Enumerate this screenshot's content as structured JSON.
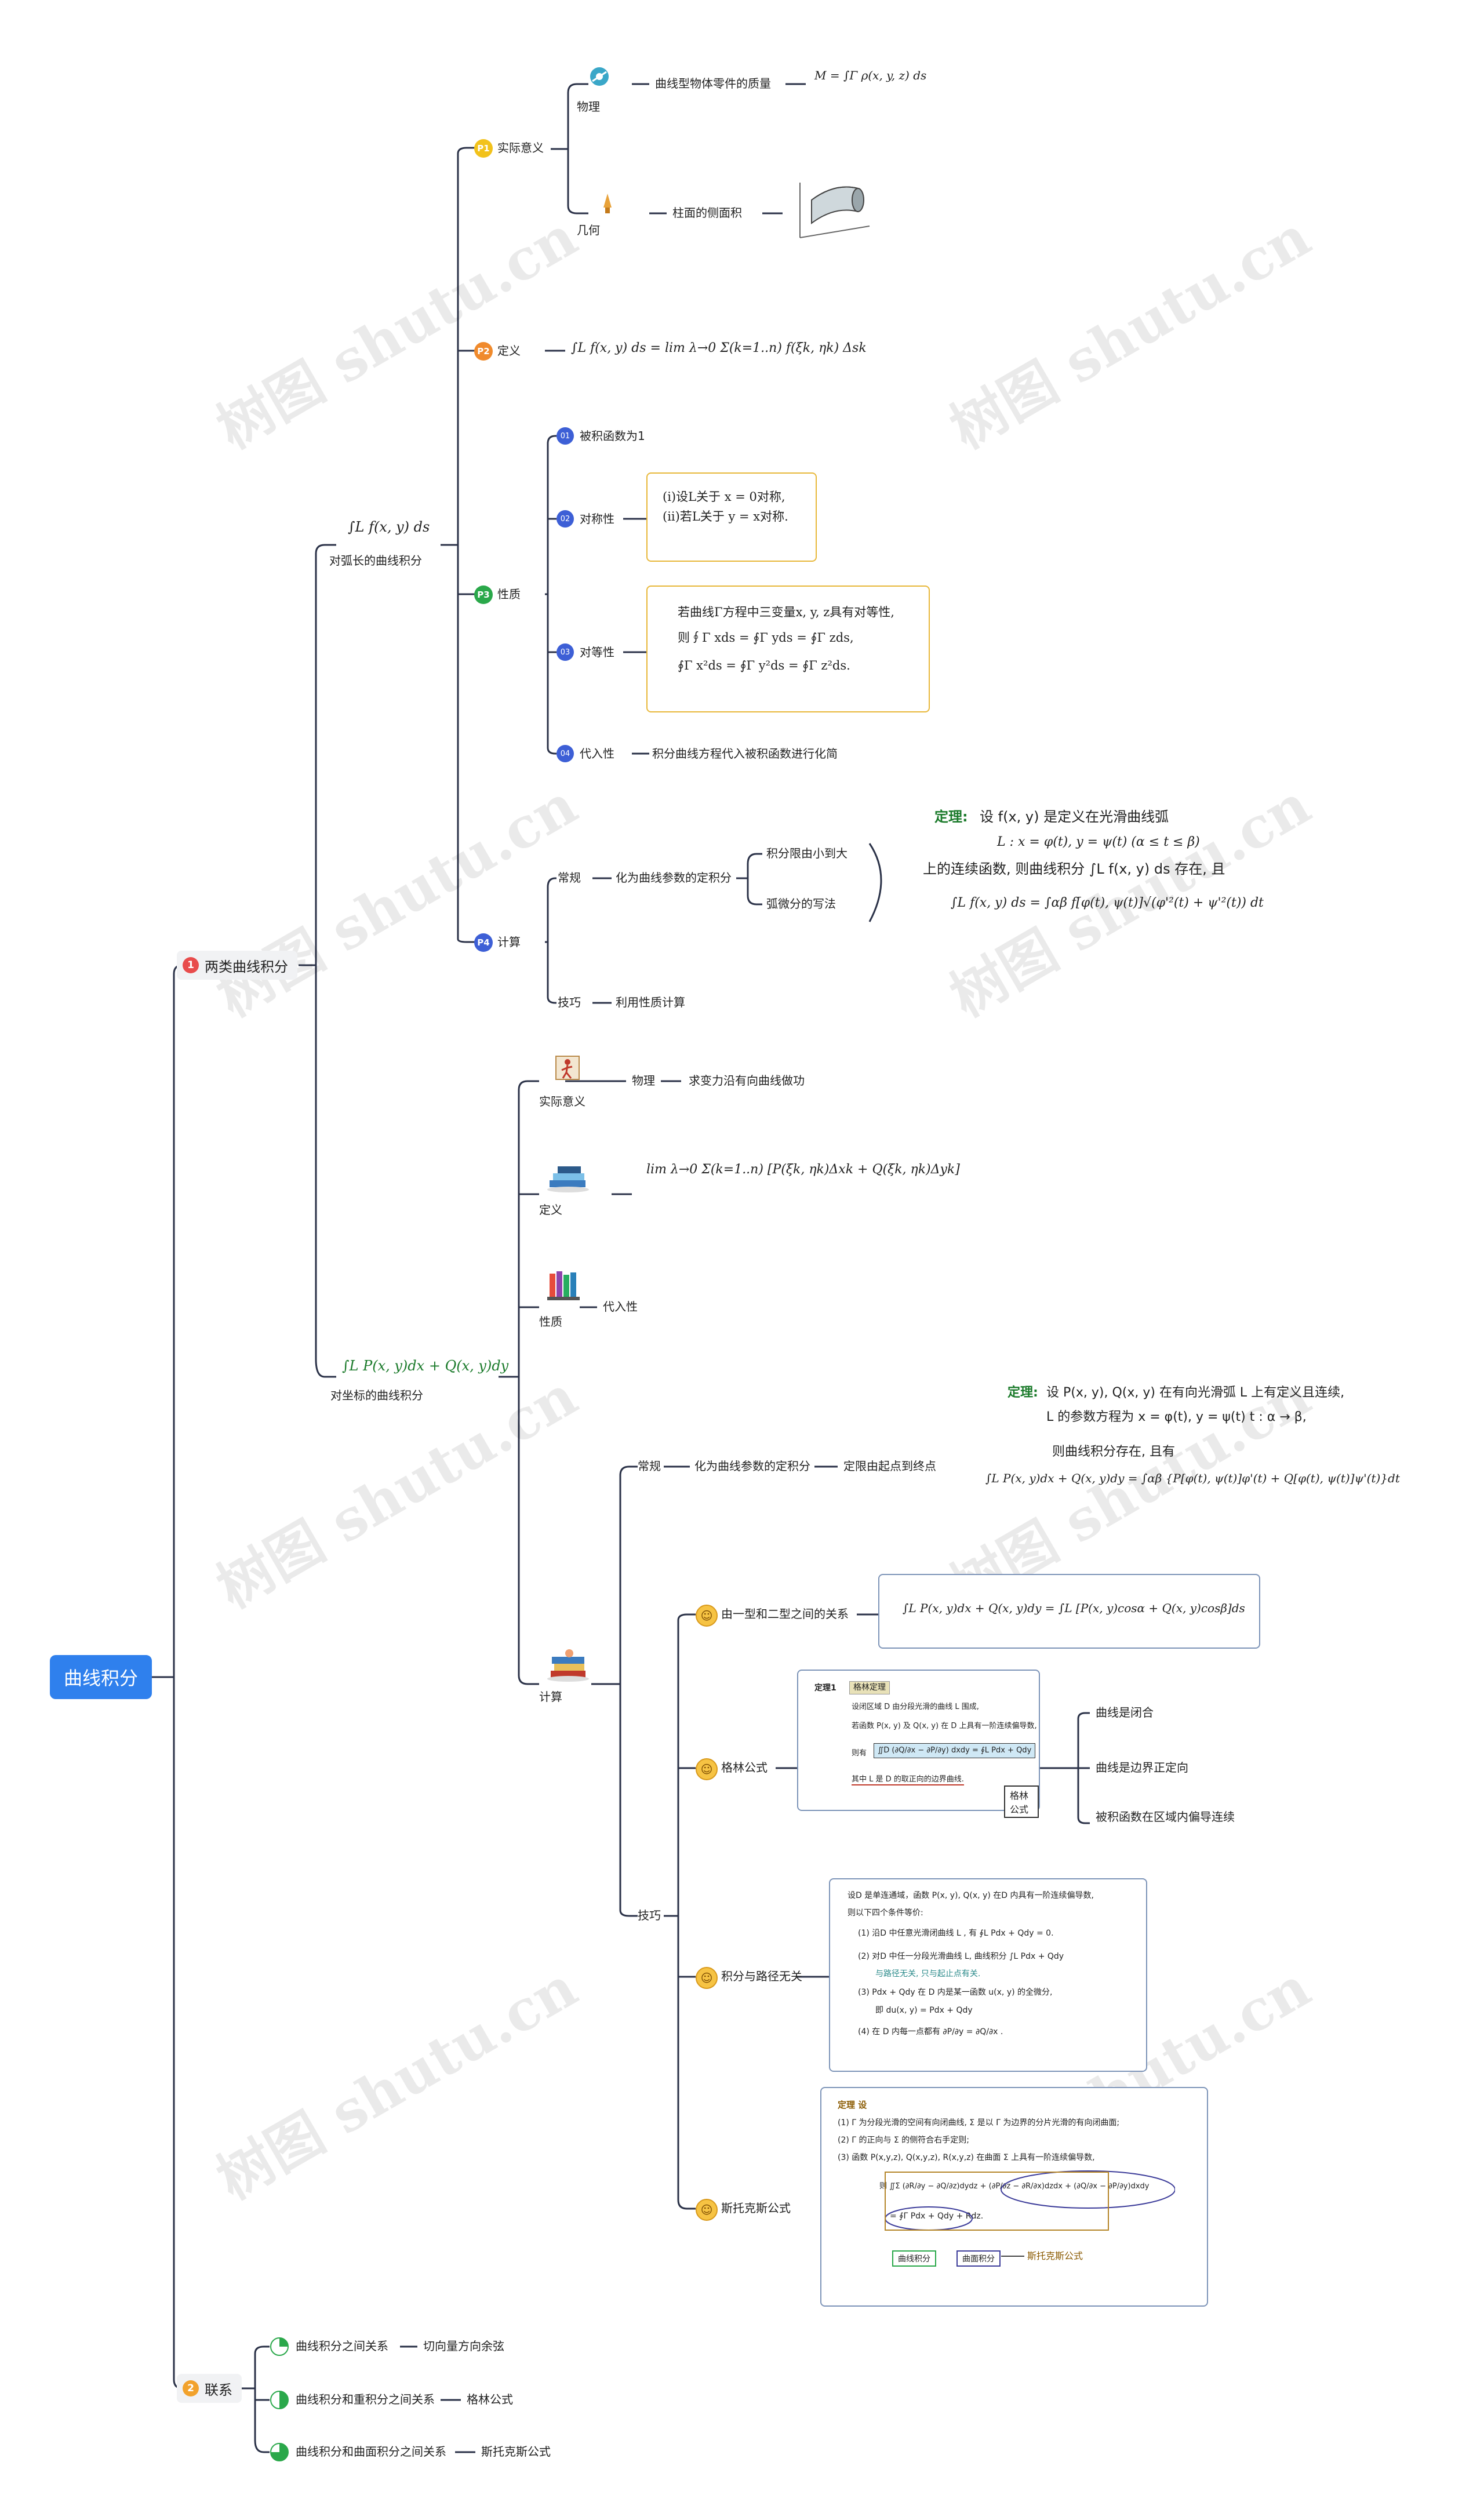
{
  "watermark": "树图 shutu.cn",
  "root": "曲线积分",
  "b1": {
    "num": "1",
    "label": "两类曲线积分",
    "arc": {
      "formula": "∫L f(x, y) ds",
      "label": "对弧长的曲线积分",
      "p1": {
        "badge": "P1",
        "label": "实际意义",
        "physics": {
          "label": "物理",
          "text": "曲线型物体零件的质量",
          "formula": "M = ∫Γ ρ(x, y, z) ds"
        },
        "geometry": {
          "label": "几何",
          "text": "柱面的侧面积"
        }
      },
      "p2": {
        "badge": "P2",
        "label": "定义",
        "formula": "∫L f(x, y) ds = lim λ→0 Σ(k=1..n) f(ξk, ηk) Δsk"
      },
      "p3": {
        "badge": "P3",
        "label": "性质",
        "items": [
          {
            "icon": "01",
            "label": "被积函数为1"
          },
          {
            "icon": "02",
            "label": "对称性",
            "box": [
              "(i)设L关于 x = 0对称,",
              "(ii)若L关于 y = x对称."
            ]
          },
          {
            "icon": "03",
            "label": "对等性",
            "box": [
              "若曲线Γ方程中三变量x, y, z具有对等性,",
              "则∮Γ xds = ∮Γ yds = ∮Γ zds,",
              "∮Γ x²ds = ∮Γ y²ds = ∮Γ z²ds."
            ]
          },
          {
            "icon": "04",
            "label": "代入性",
            "text": "积分曲线方程代入被积函数进行化简"
          }
        ]
      },
      "p4": {
        "badge": "P4",
        "label": "计算",
        "regular": {
          "label": "常规",
          "text": "化为曲线参数的定积分",
          "subs": [
            "积分限由小到大",
            "弧微分的写法"
          ]
        },
        "trick": {
          "label": "技巧",
          "text": "利用性质计算"
        },
        "theorem": {
          "title": "定理:",
          "lines": [
            "设 f(x, y) 是定义在光滑曲线弧",
            "L : x = φ(t), y = ψ(t)  (α ≤ t ≤ β)",
            "上的连续函数, 则曲线积分 ∫L f(x, y) ds 存在, 且",
            "∫L f(x, y) ds = ∫αβ f[φ(t), ψ(t)]√(φ'²(t) + ψ'²(t)) dt"
          ]
        }
      }
    },
    "coord": {
      "formula": "∫L P(x, y)dx + Q(x, y)dy",
      "label": "对坐标的曲线积分",
      "meaning": {
        "label": "实际意义",
        "sub": "物理",
        "text": "求变力沿有向曲线做功"
      },
      "definition": {
        "label": "定义",
        "formula": "lim λ→0 Σ(k=1..n) [P(ξk, ηk)Δxk + Q(ξk, ηk)Δyk]"
      },
      "property": {
        "label": "性质",
        "text": "代入性"
      },
      "calc": {
        "label": "计算",
        "regular": {
          "label": "常规",
          "text": "化为曲线参数的定积分",
          "sub": "定限由起点到终点",
          "theorem": {
            "title": "定理:",
            "lines": [
              "设 P(x, y), Q(x, y) 在有向光滑弧 L 上有定义且连续,",
              "L 的参数方程为  x = φ(t), y = ψ(t)   t : α → β,",
              "则曲线积分存在, 且有",
              "∫L P(x, y)dx + Q(x, y)dy = ∫αβ {P[φ(t), ψ(t)]φ'(t) + Q[φ(t), ψ(t)]ψ'(t)}dt"
            ]
          }
        },
        "trick": {
          "label": "技巧",
          "items": [
            {
              "label": "由一型和二型之间的关系",
              "formula": "∫L P(x, y)dx + Q(x, y)dy = ∫L [P(x, y)cosα + Q(x, y)cosβ]ds"
            },
            {
              "label": "格林公式",
              "box": {
                "title": "定理1",
                "tag": "格林定理",
                "lines": [
                  "设闭区域 D 由分段光滑的曲线 L 围成,",
                  "若函数 P(x, y) 及 Q(x, y) 在 D 上具有一阶连续偏导数,",
                  "则有",
                  "∬D (∂Q/∂x − ∂P/∂y) dxdy = ∮L Pdx + Qdy",
                  "其中 L 是 D 的取正向的边界曲线."
                ],
                "caption": "格林公式"
              },
              "conditions": [
                "曲线是闭合",
                "曲线是边界正定向",
                "被积函数在区域内偏导连续"
              ]
            },
            {
              "label": "积分与路径无关",
              "lines": [
                "设D 是单连通域，函数 P(x, y), Q(x, y) 在D 内具有一阶连续偏导数,",
                "则以下四个条件等价:",
                "(1) 沿D 中任意光滑闭曲线 L , 有 ∮L Pdx + Qdy = 0.",
                "(2) 对D 中任一分段光滑曲线 L, 曲线积分 ∫L Pdx + Qdy",
                "与路径无关, 只与起止点有关.",
                "(3) Pdx + Qdy 在 D 内是某一函数 u(x, y) 的全微分,",
                "即     du(x, y) = Pdx + Qdy",
                "(4) 在 D 内每一点都有 ∂P/∂y = ∂Q/∂x ."
              ]
            },
            {
              "label": "斯托克斯公式",
              "title": "定理 设",
              "lines": [
                "(1) Γ 为分段光滑的空间有向闭曲线, Σ 是以 Γ 为边界的分片光滑的有向闭曲面;",
                "(2) Γ 的正向与 Σ 的侧符合右手定则;",
                "(3) 函数 P(x,y,z), Q(x,y,z), R(x,y,z) 在曲面 Σ 上具有一阶连续偏导数,",
                "则 ∬Σ (∂R/∂y − ∂Q/∂z)dydz + (∂P/∂z − ∂R/∂x)dzdx + (∂Q/∂x − ∂P/∂y)dxdy",
                "= ∮Γ Pdx + Qdy + Rdz."
              ],
              "tags": [
                "曲线积分",
                "曲面积分"
              ],
              "caption": "斯托克斯公式"
            }
          ]
        }
      }
    }
  },
  "b2": {
    "num": "2",
    "label": "联系",
    "items": [
      {
        "label": "曲线积分之间关系",
        "text": "切向量方向余弦"
      },
      {
        "label": "曲线积分和重积分之间关系",
        "text": "格林公式"
      },
      {
        "label": "曲线积分和曲面积分之间关系",
        "text": "斯托克斯公式"
      }
    ]
  }
}
